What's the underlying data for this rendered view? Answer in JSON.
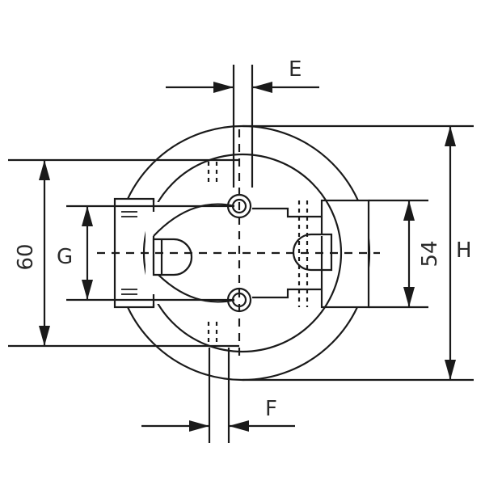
{
  "diagram": {
    "labels": {
      "e": "E",
      "f": "F",
      "g": "G",
      "h": "H",
      "dim_60": "60",
      "dim_54": "54"
    }
  }
}
